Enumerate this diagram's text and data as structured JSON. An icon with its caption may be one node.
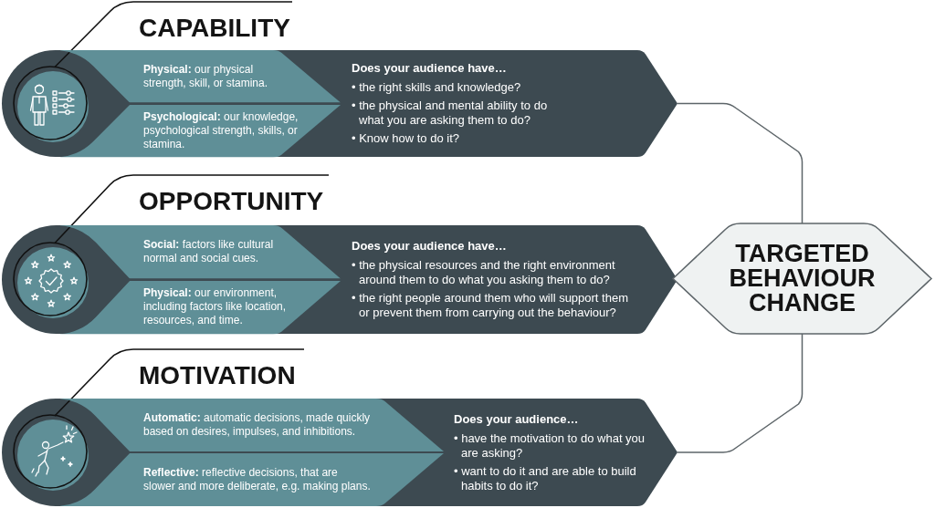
{
  "diagram": {
    "nodes": [
      {
        "text": [
          "CAPABILITY",
          "Does your audience have…",
          "• the right skills and knowledge?",
          "• the physical and mental ability to do what you are asking them to do?",
          "• Know how to do it?"
        ]
      },
      {
        "text": [
          "**Physical:** our physical strength, skill, or stamina."
        ],
        "in": 0
      },
      {
        "text": [
          "**Psychological:** our knowledge, psychological strength, skills, or stamina."
        ],
        "in": 0
      },
      {
        "text": [
          "OPPORTUNITY",
          "Does your audience have…",
          "• the physical resources and the right environment around them to do what you asking them to do?",
          "• the right people around them who will support them or prevent them from carrying out the behaviour?"
        ]
      },
      {
        "text": [
          "**Social:** factors like cultural normal and social cues."
        ],
        "in": 3
      },
      {
        "text": [
          "**Physical:** our environment, including factors like location, resources, and time."
        ],
        "in": 3
      },
      {
        "text": [
          "MOTIVATION",
          "Does your audience…",
          "• have the motivation to do what you are asking?",
          "• want to do it and are able to build habits to do it?"
        ]
      },
      {
        "text": [
          "**Automatic:** automatic decisions, made quickly based on desires, impulses, and inhibitions."
        ],
        "in": 6
      },
      {
        "text": [
          "**Reflective:** reflective decisions, that are slower and more deliberate, e.g. making plans."
        ],
        "in": 6
      },
      {
        "text": [
          "TARGETED BEHAVIOUR CHANGE"
        ]
      }
    ],
    "edges": [
      {
        "from": 0,
        "to": 9,
        "arrow": "none"
      },
      {
        "from": 6,
        "to": 9,
        "arrow": "none"
      }
    ]
  }
}
